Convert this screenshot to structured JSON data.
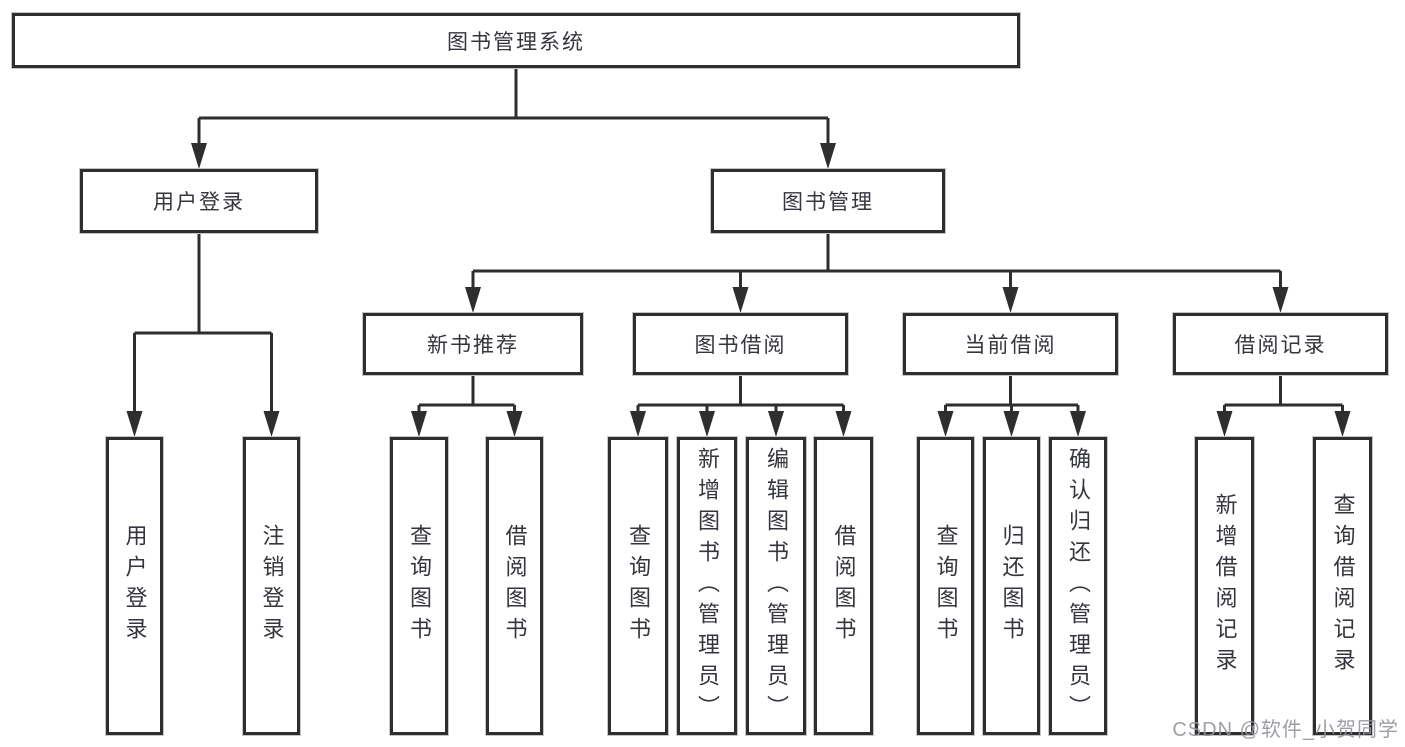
{
  "tree": {
    "root": {
      "label": "图书管理系统"
    },
    "children": [
      {
        "label": "用户登录",
        "children": [
          {
            "label": "用户登录"
          },
          {
            "label": "注销登录"
          }
        ]
      },
      {
        "label": "图书管理",
        "children": [
          {
            "label": "新书推荐",
            "children": [
              {
                "label": "查询图书"
              },
              {
                "label": "借阅图书"
              }
            ]
          },
          {
            "label": "图书借阅",
            "children": [
              {
                "label": "查询图书"
              },
              {
                "label": "新增图书（管理员）"
              },
              {
                "label": "编辑图书（管理员）"
              },
              {
                "label": "借阅图书"
              }
            ]
          },
          {
            "label": "当前借阅",
            "children": [
              {
                "label": "查询图书"
              },
              {
                "label": "归还图书"
              },
              {
                "label": "确认归还（管理员）"
              }
            ]
          },
          {
            "label": "借阅记录",
            "children": [
              {
                "label": "新增借阅记录"
              },
              {
                "label": "查询借阅记录"
              }
            ]
          }
        ]
      }
    ]
  },
  "watermark": "CSDN @软件_小贺同学",
  "colors": {
    "line": "#2e2e2e",
    "text": "#34363d",
    "background": "#ffffff",
    "watermark": "#94949c"
  }
}
